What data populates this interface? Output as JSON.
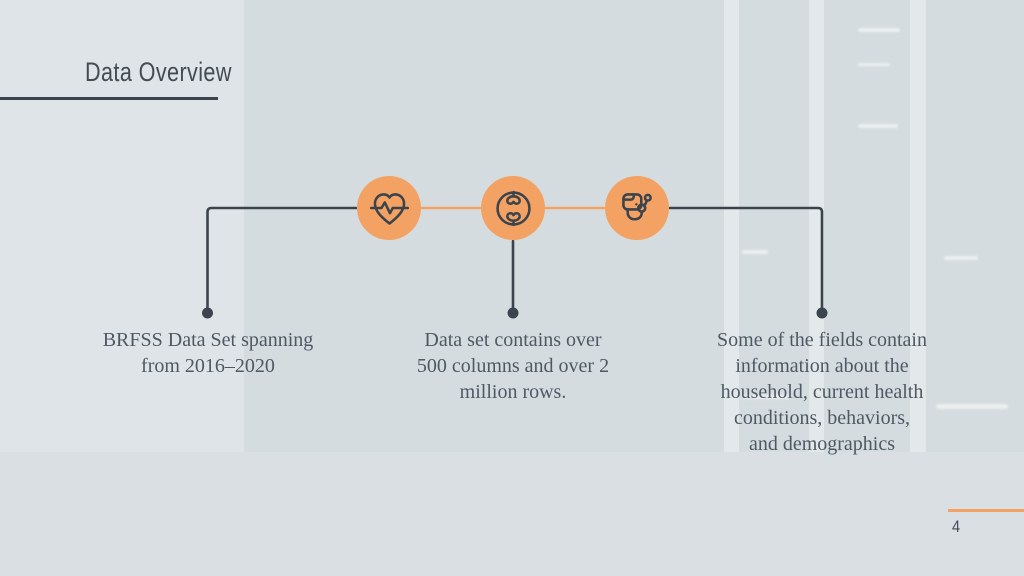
{
  "slide": {
    "title": "Data Overview",
    "page_number": "4"
  },
  "colors": {
    "accent_orange": "#f4a263",
    "line_dark": "#3b444c",
    "text_body": "#4e5963",
    "title_text": "#414c55",
    "bg_left": "#dfe4e8",
    "bg_column": "#d4dcdf",
    "bg_stripe": "#e3e8ea",
    "bg_bottom": "#d9dfe3",
    "highlight": "#ffffff"
  },
  "steps": [
    {
      "icon": "heartbeat-icon",
      "lines": [
        "BRFSS Data Set spanning",
        "from 2016–2020"
      ]
    },
    {
      "icon": "joint-icon",
      "lines": [
        "Data set contains over",
        "500 columns and over 2",
        "million rows."
      ]
    },
    {
      "icon": "blood-pressure-icon",
      "lines": [
        "Some of the fields contain",
        "information about the",
        "household, current health",
        "conditions, behaviors,",
        "and demographics"
      ]
    }
  ]
}
